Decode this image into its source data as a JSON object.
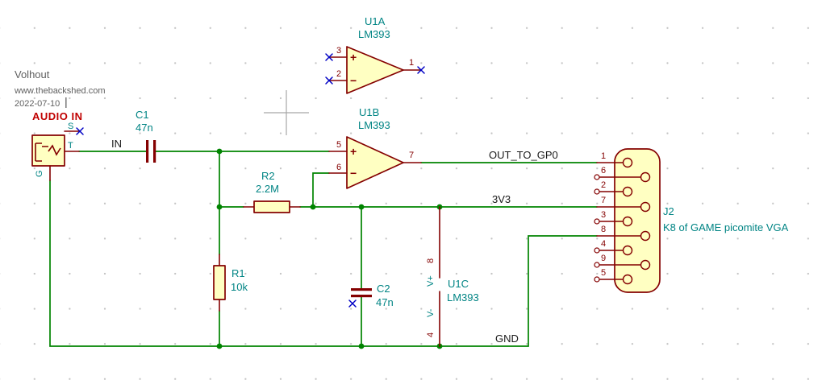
{
  "titleblock": {
    "author": "Volhout",
    "website": "www.thebackshed.com",
    "date": "2022-07-10"
  },
  "net_labels": {
    "audio_in": "AUDIO IN",
    "in": "IN",
    "out": "OUT_TO_GP0",
    "rail_3v3": "3V3",
    "gnd": "GND"
  },
  "components": {
    "jack": {
      "pin_s": "S",
      "pin_t": "T",
      "pin_g": "G"
    },
    "c1": {
      "ref": "C1",
      "value": "47n"
    },
    "c2": {
      "ref": "C2",
      "value": "47n"
    },
    "r1": {
      "ref": "R1",
      "value": "10k"
    },
    "r2": {
      "ref": "R2",
      "value": "2.2M"
    },
    "u1a": {
      "ref": "U1A",
      "value": "LM393",
      "pin_plus": "3",
      "pin_minus": "2",
      "pin_out": "1",
      "plus": "+",
      "minus": "−"
    },
    "u1b": {
      "ref": "U1B",
      "value": "LM393",
      "pin_plus": "5",
      "pin_minus": "6",
      "pin_out": "7",
      "plus": "+",
      "minus": "−"
    },
    "u1c": {
      "ref": "U1C",
      "value": "LM393",
      "pin_vplus_num": "8",
      "pin_vplus_name": "V+",
      "pin_vminus_num": "4",
      "pin_vminus_name": "V-"
    },
    "j2": {
      "ref": "J2",
      "value": "K8 of GAME picomite VGA",
      "pin_numbers": [
        "1",
        "6",
        "2",
        "7",
        "3",
        "8",
        "4",
        "9",
        "5"
      ]
    }
  },
  "colors": {
    "wire": "#008400",
    "device_outline": "#840000",
    "device_fill": "#ffffc2",
    "fields": "#008484",
    "net_label": "#1a1a1a",
    "red_text": "#c00000",
    "no_connect": "#0000c4",
    "notes": "#5f5f5f"
  }
}
